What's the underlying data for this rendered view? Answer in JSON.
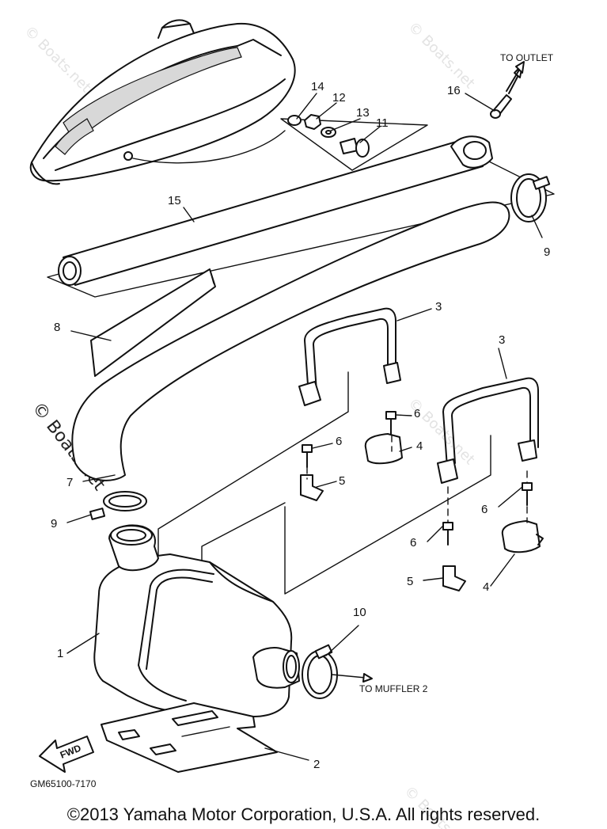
{
  "callouts": {
    "c1": "1",
    "c2": "2",
    "c3a": "3",
    "c3b": "3",
    "c4a": "4",
    "c4b": "4",
    "c5a": "5",
    "c5b": "5",
    "c6a": "6",
    "c6b": "6",
    "c6c": "6",
    "c6d": "6",
    "c7": "7",
    "c8": "8",
    "c9a": "9",
    "c9b": "9",
    "c10": "10",
    "c11": "11",
    "c12": "12",
    "c13": "13",
    "c14": "14",
    "c15": "15",
    "c16": "16"
  },
  "labels": {
    "to_outlet": "TO OUTLET",
    "to_muffler": "TO MUFFLER 2",
    "fwd": "FWD",
    "part_code": "GM65100-7170"
  },
  "watermark": "© Boats.net",
  "copyright": "©2013 Yamaha Motor Corporation, U.S.A. All rights reserved."
}
